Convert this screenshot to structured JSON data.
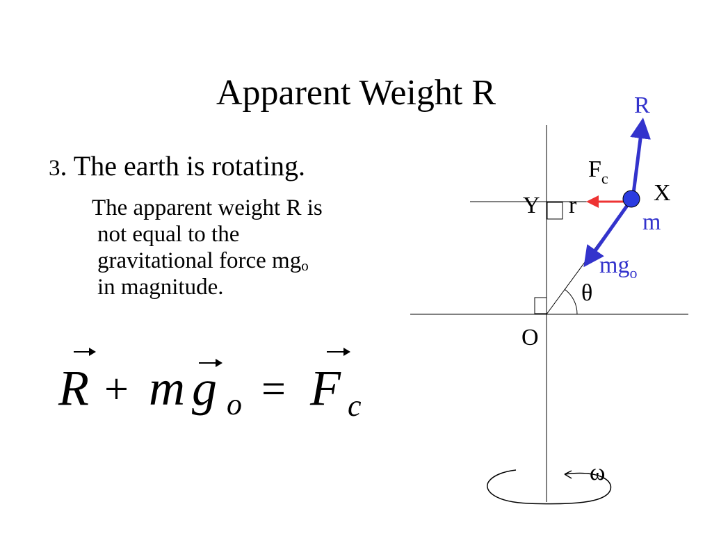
{
  "slide": {
    "title": "Apparent Weight R",
    "point_number": "3",
    "point_text": ". The earth is rotating.",
    "explanation": {
      "line1": "The apparent weight R is",
      "line2": "not equal to the",
      "line3_main": "gravitational force mg",
      "line3_sub": "o",
      "line4": "in magnitude."
    },
    "equation": {
      "R": "R",
      "plus": "+",
      "m": "m",
      "g": "g",
      "g_sub": "o",
      "equals": "=",
      "F": "F",
      "F_sub": "c"
    }
  },
  "diagram": {
    "labels": {
      "R": "R",
      "F": "F",
      "F_sub": "c",
      "X": "X",
      "Y": "Y",
      "r": "r",
      "m": "m",
      "mg": "mg",
      "mg_sub": "o",
      "theta": "θ",
      "O": "O",
      "omega": "ω"
    },
    "colors": {
      "vector_blue": "#3333cc",
      "vector_red": "#ee3333",
      "mass_fill": "#2b3ce0",
      "line": "#000000"
    }
  }
}
